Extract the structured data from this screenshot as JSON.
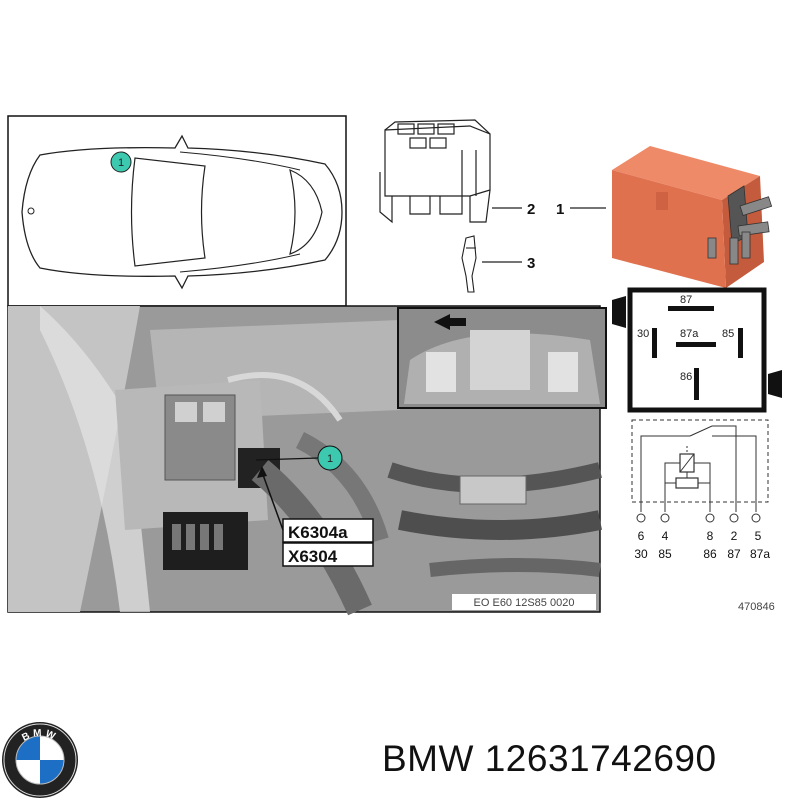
{
  "callouts": {
    "relay": "1",
    "socket": "2",
    "terminal": "3",
    "car_marker": "1",
    "photo_marker": "1"
  },
  "connector_labels": {
    "primary": "K6304a",
    "secondary": "X6304"
  },
  "photo_caption": "EO E60 12S85 0020",
  "relay_face_pins": {
    "top": "87",
    "left": "30",
    "center": "87a",
    "right": "85",
    "bottom": "86"
  },
  "schematic_pins": {
    "top_row": [
      "6",
      "4",
      "8",
      "2",
      "5"
    ],
    "bottom_row": [
      "30",
      "85",
      "86",
      "87",
      "87a"
    ]
  },
  "diagram_ref": "470846",
  "brand": {
    "name": "BMW",
    "part_number": "12631742690",
    "logo_letters": "BMW"
  },
  "colors": {
    "relay_body": "#e0714f",
    "marker_fill": "#3cc9b0",
    "photo_bg": "#9a9a9a"
  }
}
